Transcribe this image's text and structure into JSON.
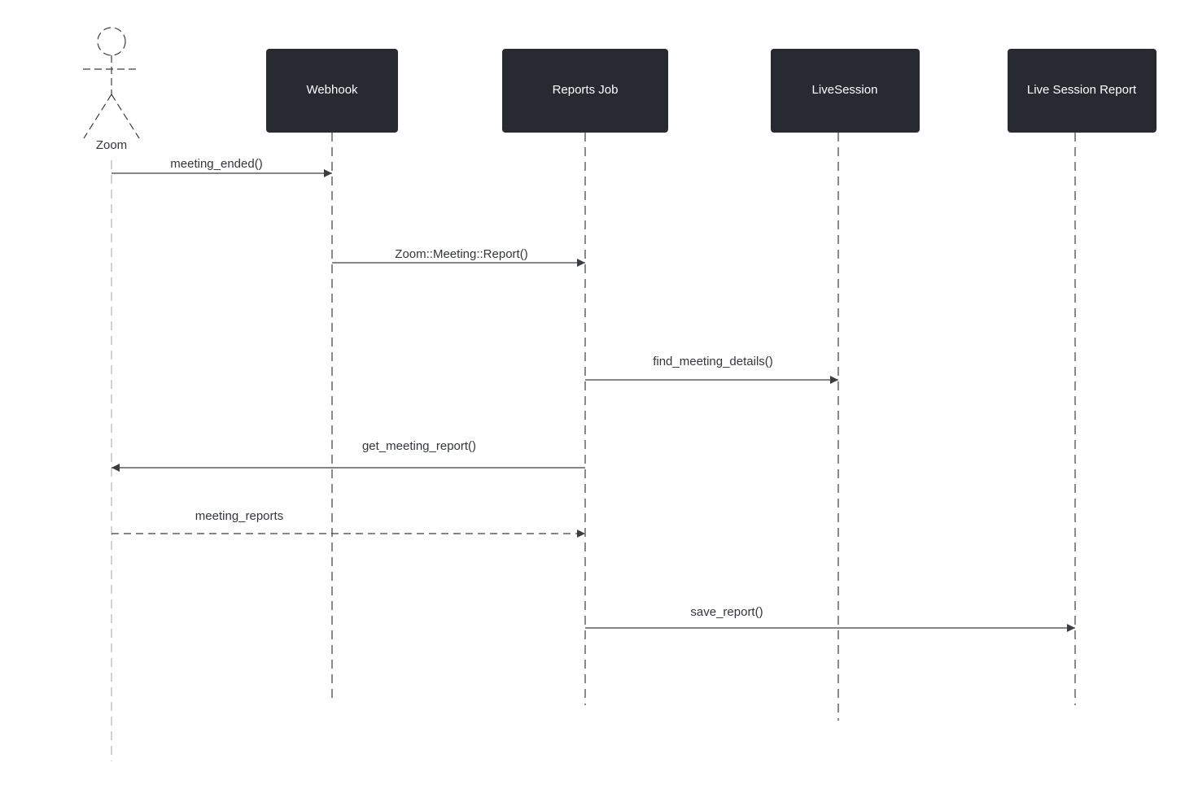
{
  "colors": {
    "box_fill": "#272a30",
    "box_text": "#ffffff",
    "line": "#3a3d42",
    "actor_lifeline": "#b5b5b5",
    "background": "#ffffff"
  },
  "actor": {
    "name": "Zoom",
    "icon": "stick-figure-actor-icon"
  },
  "participants": [
    {
      "id": "webhook",
      "name": "Webhook"
    },
    {
      "id": "reports_job",
      "name": "Reports Job"
    },
    {
      "id": "live_session",
      "name": "LiveSession"
    },
    {
      "id": "live_session_report",
      "name": "Live Session Report"
    }
  ],
  "messages": [
    {
      "from": "zoom",
      "to": "webhook",
      "label": "meeting_ended()",
      "style": "solid"
    },
    {
      "from": "webhook",
      "to": "reports_job",
      "label": "Zoom::Meeting::Report()",
      "style": "solid"
    },
    {
      "from": "reports_job",
      "to": "live_session",
      "label": "find_meeting_details()",
      "style": "solid"
    },
    {
      "from": "reports_job",
      "to": "zoom",
      "label": "get_meeting_report()",
      "style": "solid"
    },
    {
      "from": "zoom",
      "to": "reports_job",
      "label": "meeting_reports",
      "style": "dashed"
    },
    {
      "from": "reports_job",
      "to": "live_session_report",
      "label": "save_report()",
      "style": "solid"
    }
  ]
}
